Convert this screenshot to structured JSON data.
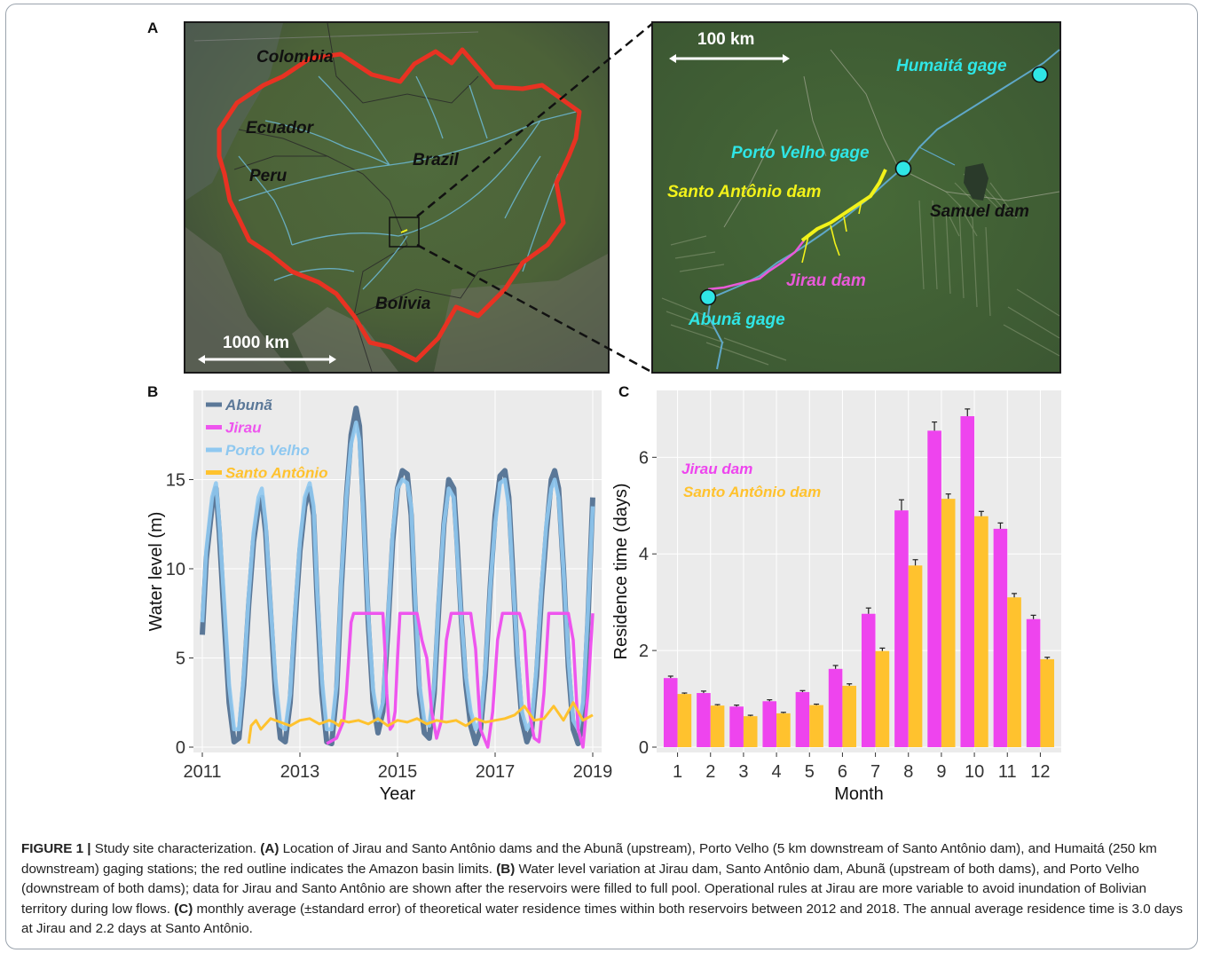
{
  "panels": {
    "a": "A",
    "b": "B",
    "c": "C"
  },
  "map_a": {
    "countries": [
      "Colombia",
      "Ecuador",
      "Peru",
      "Brazil",
      "Bolivia"
    ],
    "scale": "1000 km"
  },
  "map_inset": {
    "scale": "100 km",
    "labels": {
      "humaita": "Humaitá gage",
      "porto_velho": "Porto Velho gage",
      "santo_antonio": "Santo Antônio dam",
      "samuel": "Samuel dam",
      "jirau": "Jirau dam",
      "abuna": "Abunã gage"
    }
  },
  "colors": {
    "abuna": "#5b7898",
    "jirau": "#ee55ee",
    "porto_velho": "#8fc8f0",
    "santo_antonio": "#ffc22e",
    "bar_jirau": "#ee44ee",
    "bar_santo": "#ffc22e",
    "panel_bg": "#ebebeb",
    "basin": "#e83222",
    "gage": "#2fe6e6",
    "dam_yellow": "#f2f21a",
    "dam_pink": "#e85ad8"
  },
  "chart_b": {
    "type": "line",
    "xlabel": "Year",
    "ylabel": "Water level (m)",
    "xticks": [
      "2011",
      "2013",
      "2015",
      "2017",
      "2019"
    ],
    "yticks": [
      "0",
      "5",
      "10",
      "15"
    ],
    "xlim": [
      2011,
      2019
    ],
    "ylim": [
      0,
      19.5
    ],
    "legend": [
      "Abunã",
      "Jirau",
      "Porto Velho",
      "Santo Antônio"
    ],
    "series": [
      {
        "name": "Abunã",
        "x": [
          2011.0,
          2011.08,
          2011.2,
          2011.28,
          2011.35,
          2011.45,
          2011.55,
          2011.65,
          2011.75,
          2011.85,
          2011.95,
          2012.05,
          2012.15,
          2012.22,
          2012.3,
          2012.4,
          2012.5,
          2012.6,
          2012.7,
          2012.8,
          2012.9,
          2013.0,
          2013.1,
          2013.2,
          2013.28,
          2013.35,
          2013.45,
          2013.55,
          2013.65,
          2013.75,
          2013.85,
          2013.95,
          2014.05,
          2014.15,
          2014.22,
          2014.3,
          2014.4,
          2014.5,
          2014.6,
          2014.7,
          2014.8,
          2014.9,
          2015.0,
          2015.1,
          2015.2,
          2015.28,
          2015.35,
          2015.45,
          2015.55,
          2015.65,
          2015.75,
          2015.85,
          2015.95,
          2016.05,
          2016.15,
          2016.22,
          2016.3,
          2016.4,
          2016.5,
          2016.6,
          2016.7,
          2016.8,
          2016.9,
          2017.0,
          2017.1,
          2017.2,
          2017.28,
          2017.35,
          2017.45,
          2017.55,
          2017.65,
          2017.75,
          2017.85,
          2017.95,
          2018.05,
          2018.15,
          2018.22,
          2018.3,
          2018.4,
          2018.5,
          2018.6,
          2018.7,
          2018.8,
          2018.9,
          2019.0
        ],
        "y": [
          6.3,
          10.5,
          13.5,
          14.5,
          12.0,
          7.0,
          2.5,
          0.3,
          0.5,
          3.5,
          8.0,
          11.5,
          13.5,
          14.0,
          12.0,
          7.5,
          3.0,
          0.5,
          0.3,
          2.5,
          7.0,
          11.0,
          13.5,
          14.5,
          13.0,
          8.5,
          3.0,
          0.3,
          0.2,
          3.0,
          9.0,
          14.0,
          17.5,
          19.0,
          18.0,
          13.5,
          7.0,
          2.5,
          0.8,
          2.0,
          6.5,
          11.5,
          14.5,
          15.5,
          15.3,
          13.0,
          8.5,
          3.0,
          0.8,
          0.5,
          3.0,
          8.0,
          12.5,
          15.0,
          14.5,
          11.5,
          7.5,
          3.5,
          1.2,
          0.2,
          1.0,
          4.0,
          9.0,
          13.0,
          15.2,
          15.5,
          14.0,
          10.5,
          5.0,
          1.5,
          0.3,
          1.0,
          4.0,
          8.5,
          12.0,
          15.0,
          15.5,
          14.5,
          10.0,
          4.5,
          1.0,
          0.2,
          1.5,
          7.0,
          14.0
        ]
      },
      {
        "name": "Jirau",
        "x": [
          2013.55,
          2013.75,
          2013.9,
          2013.95,
          2014.0,
          2014.05,
          2014.1,
          2014.15,
          2014.2,
          2014.3,
          2014.35,
          2014.5,
          2014.7,
          2014.75,
          2014.78,
          2014.82,
          2014.85,
          2014.9,
          2014.95,
          2015.0,
          2015.05,
          2015.1,
          2015.4,
          2015.5,
          2015.6,
          2015.7,
          2015.8,
          2015.9,
          2016.0,
          2016.1,
          2016.3,
          2016.5,
          2016.6,
          2016.7,
          2016.85,
          2016.95,
          2017.05,
          2017.15,
          2017.3,
          2017.5,
          2017.6,
          2017.7,
          2017.8,
          2017.9,
          2018.0,
          2018.1,
          2018.3,
          2018.5,
          2018.6,
          2018.7,
          2018.8,
          2018.9,
          2019.0
        ],
        "y": [
          0.2,
          0.5,
          1.5,
          3.0,
          5.0,
          7.0,
          7.5,
          7.5,
          7.5,
          7.5,
          7.5,
          7.5,
          7.5,
          5.0,
          3.0,
          1.5,
          1.0,
          1.2,
          2.0,
          5.0,
          7.5,
          7.5,
          7.5,
          6.0,
          5.0,
          2.0,
          0.5,
          1.5,
          6.0,
          7.5,
          7.5,
          7.5,
          5.5,
          1.0,
          0.0,
          2.0,
          6.0,
          7.5,
          7.5,
          7.5,
          6.5,
          2.0,
          0.5,
          0.3,
          3.0,
          7.5,
          7.5,
          7.5,
          6.0,
          1.0,
          0.0,
          3.0,
          7.5
        ]
      },
      {
        "name": "Porto Velho",
        "x": [
          2011.0,
          2011.08,
          2011.2,
          2011.28,
          2011.35,
          2011.45,
          2011.55,
          2011.65,
          2011.75,
          2011.85,
          2011.95,
          2012.05,
          2012.15,
          2012.22,
          2012.3,
          2012.4,
          2012.5,
          2012.6,
          2012.7,
          2012.8,
          2012.9,
          2013.0,
          2013.1,
          2013.2,
          2013.28,
          2013.35,
          2013.45,
          2013.55,
          2013.65,
          2013.75,
          2013.85,
          2013.95,
          2014.05,
          2014.15,
          2014.22,
          2014.3,
          2014.4,
          2014.5,
          2014.6,
          2014.7,
          2014.8,
          2014.9,
          2015.0,
          2015.1,
          2015.2,
          2015.28,
          2015.35,
          2015.45,
          2015.55,
          2015.65,
          2015.75,
          2015.85,
          2015.95,
          2016.05,
          2016.15,
          2016.22,
          2016.3,
          2016.4,
          2016.5,
          2016.6,
          2016.7,
          2016.8,
          2016.9,
          2017.0,
          2017.1,
          2017.2,
          2017.28,
          2017.35,
          2017.45,
          2017.55,
          2017.65,
          2017.75,
          2017.85,
          2017.95,
          2018.05,
          2018.15,
          2018.22,
          2018.3,
          2018.4,
          2018.5,
          2018.6,
          2018.7,
          2018.8,
          2018.9,
          2019.0
        ],
        "y": [
          7.0,
          11.0,
          14.0,
          14.8,
          12.5,
          8.0,
          3.5,
          1.0,
          1.0,
          4.0,
          8.5,
          12.0,
          14.0,
          14.5,
          12.5,
          8.0,
          3.8,
          1.2,
          1.0,
          3.0,
          7.5,
          11.5,
          14.0,
          14.8,
          13.5,
          9.0,
          3.8,
          1.0,
          1.0,
          3.5,
          9.5,
          14.0,
          17.0,
          18.2,
          17.2,
          13.0,
          7.5,
          3.2,
          1.5,
          2.5,
          7.0,
          12.0,
          14.5,
          15.0,
          14.8,
          13.5,
          9.0,
          3.5,
          1.5,
          1.2,
          3.5,
          8.5,
          12.5,
          14.5,
          14.0,
          11.0,
          7.5,
          4.0,
          2.0,
          1.0,
          1.5,
          4.5,
          9.0,
          12.5,
          14.8,
          15.0,
          13.5,
          10.0,
          5.5,
          2.0,
          1.0,
          1.5,
          4.5,
          9.0,
          12.5,
          14.5,
          15.0,
          14.0,
          10.0,
          5.0,
          1.5,
          1.0,
          2.5,
          7.5,
          13.5
        ]
      },
      {
        "name": "Santo Antônio",
        "x": [
          2011.95,
          2012.0,
          2012.1,
          2012.2,
          2012.4,
          2012.6,
          2012.8,
          2013.0,
          2013.2,
          2013.4,
          2013.6,
          2013.7,
          2013.8,
          2013.85,
          2014.0,
          2014.2,
          2014.4,
          2014.6,
          2014.8,
          2015.0,
          2015.2,
          2015.4,
          2015.6,
          2015.8,
          2016.0,
          2016.2,
          2016.4,
          2016.6,
          2016.8,
          2017.0,
          2017.2,
          2017.4,
          2017.6,
          2017.8,
          2018.0,
          2018.2,
          2018.4,
          2018.6,
          2018.8,
          2019.0
        ],
        "y": [
          0.2,
          1.2,
          1.5,
          1.0,
          1.6,
          1.4,
          1.2,
          1.5,
          1.6,
          1.3,
          1.5,
          1.4,
          1.2,
          1.5,
          1.4,
          1.5,
          1.3,
          1.6,
          1.2,
          1.5,
          1.4,
          1.6,
          1.3,
          1.5,
          1.4,
          1.5,
          1.2,
          1.6,
          1.4,
          1.5,
          1.6,
          1.8,
          2.3,
          1.5,
          1.6,
          2.3,
          1.5,
          2.5,
          1.5,
          1.8
        ]
      }
    ]
  },
  "chart_c": {
    "type": "bar",
    "xlabel": "Month",
    "ylabel": "Residence time (days)",
    "categories": [
      "1",
      "2",
      "3",
      "4",
      "5",
      "6",
      "7",
      "8",
      "9",
      "10",
      "11",
      "12"
    ],
    "yticks": [
      "0",
      "2",
      "4",
      "6"
    ],
    "ylim": [
      0,
      7.2
    ],
    "legend": [
      "Jirau dam",
      "Santo Antônio dam"
    ],
    "series": [
      {
        "name": "Jirau dam",
        "values": [
          1.43,
          1.12,
          0.84,
          0.95,
          1.14,
          1.62,
          2.76,
          4.9,
          6.55,
          6.85,
          4.52,
          2.65
        ],
        "errors": [
          0.04,
          0.04,
          0.03,
          0.03,
          0.03,
          0.07,
          0.12,
          0.22,
          0.18,
          0.15,
          0.12,
          0.08
        ]
      },
      {
        "name": "Santo Antônio dam",
        "values": [
          1.1,
          0.86,
          0.64,
          0.7,
          0.87,
          1.27,
          1.99,
          3.76,
          5.14,
          4.78,
          3.1,
          1.82
        ],
        "errors": [
          0.02,
          0.02,
          0.02,
          0.02,
          0.02,
          0.04,
          0.06,
          0.12,
          0.1,
          0.1,
          0.08,
          0.04
        ]
      }
    ]
  },
  "caption": {
    "label": "FIGURE 1 |",
    "intro": " Study site characterization. ",
    "a_tag": "(A)",
    "a_text": " Location of Jirau and Santo Antônio dams and the Abunã (upstream), Porto Velho (5 km downstream of Santo Antônio dam), and Humaitá (250 km downstream) gaging stations; the red outline indicates the Amazon basin limits. ",
    "b_tag": "(B)",
    "b_text": " Water level variation at Jirau dam, Santo Antônio dam, Abunã (upstream of both dams), and Porto Velho (downstream of both dams); data for Jirau and Santo Antônio are shown after the reservoirs were filled to full pool. Operational rules at Jirau are more variable to avoid inundation of Bolivian territory during low flows. ",
    "c_tag": "(C)",
    "c_text": " monthly average (±standard error) of theoretical water residence times within both reservoirs between 2012 and 2018. The annual average residence time is 3.0 days at Jirau and 2.2 days at Santo Antônio."
  }
}
